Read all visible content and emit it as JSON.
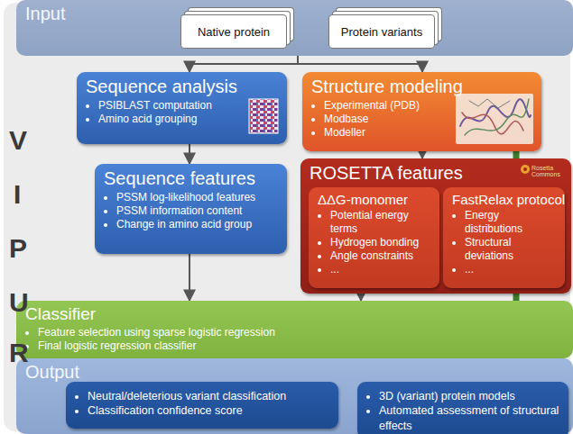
{
  "diagram": {
    "nodes": [
      {
        "text": [
          "Input"
        ]
      },
      {
        "text": [
          "Native protein"
        ],
        "in": 0
      },
      {
        "text": [
          "Protein variants"
        ],
        "in": 0
      },
      {
        "text": [
          "Sequence analysis",
          "PSIBLAST computation",
          "Amino acid grouping"
        ]
      },
      {
        "text": [
          "Structure modeling",
          "Experimental (PDB)",
          "Modbase",
          "Modeller"
        ]
      },
      {
        "text": [
          "Sequence features",
          "PSSM log-likelihood features",
          "PSSM information content",
          "Change in amino acid group"
        ]
      },
      {
        "text": [
          "ROSETTA features"
        ]
      },
      {
        "text": [
          "ΔΔG-monomer",
          "Potential energy terms",
          "Hydrogen bonding",
          "Angle constraints",
          "..."
        ],
        "in": 6
      },
      {
        "text": [
          "FastRelax protocol",
          "Energy distributions",
          "Structural deviations",
          "..."
        ],
        "in": 6
      },
      {
        "text": [
          "Classifier",
          "Feature selection using sparse logistic regression",
          "Final logistic regression classifier"
        ]
      },
      {
        "text": [
          "Output"
        ]
      },
      {
        "text": [
          "Neutral/deleterious variant classification",
          "Classification confidence score"
        ],
        "in": 10
      },
      {
        "text": [
          "3D (variant) protein models",
          "Automated assessment of structural effects"
        ],
        "in": 10
      }
    ],
    "edges": [
      {
        "from": 0,
        "to": 3,
        "arrow": "to"
      },
      {
        "from": 0,
        "to": 4,
        "arrow": "to"
      },
      {
        "from": 3,
        "to": 5,
        "arrow": "to"
      },
      {
        "from": 4,
        "to": 6,
        "arrow": "to"
      },
      {
        "from": 5,
        "to": 9,
        "arrow": "to"
      },
      {
        "from": 6,
        "to": 9,
        "arrow": "to"
      },
      {
        "from": 9,
        "to": 11,
        "arrow": "to"
      },
      {
        "from": 4,
        "to": 12,
        "arrow": "to"
      }
    ],
    "labels": [
      "V",
      "I",
      "P",
      "U",
      "R",
      "Rosetta Commons"
    ]
  }
}
